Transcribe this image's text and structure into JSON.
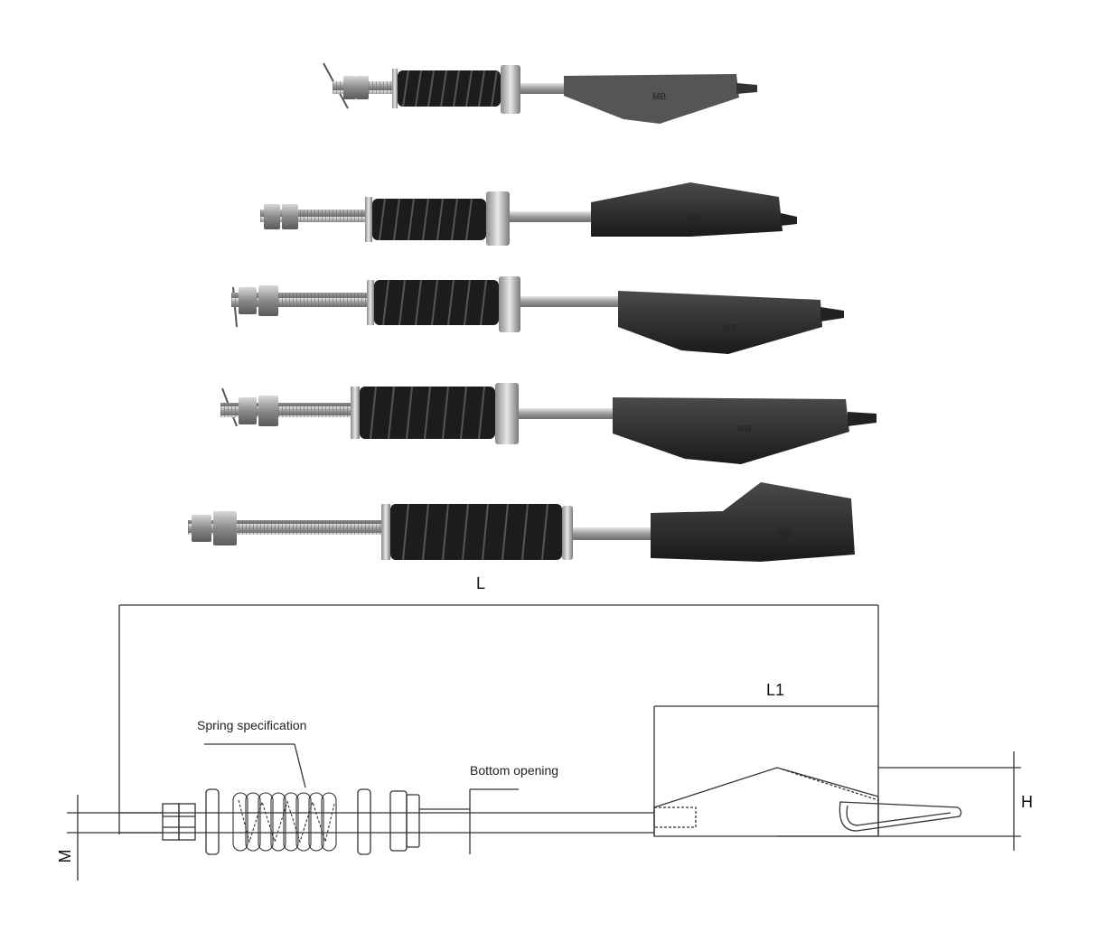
{
  "labels": {
    "L": "L",
    "L1": "L1",
    "H": "H",
    "M": "M",
    "spring_specification": "Spring specification",
    "bottom_opening": "Bottom opening"
  },
  "photos": {
    "row_count": 5,
    "part_marking": "MB"
  },
  "colors": {
    "body": "#2a2a2a",
    "body_grey": "#555555",
    "spring": "#1a1a1a",
    "rod": "#a9a9a9",
    "washer": "#c9c9c9",
    "line": "#333333"
  }
}
